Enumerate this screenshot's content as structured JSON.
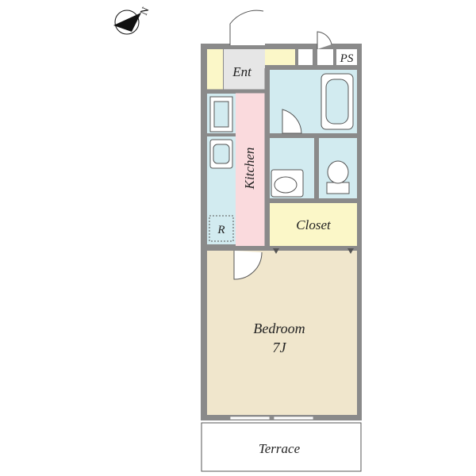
{
  "compass": {
    "north_label": "N"
  },
  "rooms": {
    "entrance": "Ent",
    "pipe_space": "PS",
    "kitchen": "Kitchen",
    "refrigerator": "R",
    "closet": "Closet",
    "bedroom": "Bedroom",
    "bedroom_size": "7J",
    "terrace": "Terrace"
  },
  "colors": {
    "wall": "#8a8a8a",
    "bedroom": "#f0e6cc",
    "kitchen": "#fadadd",
    "wet_area": "#d2ebf0",
    "storage": "#fbf7c8",
    "entrance": "#e6e6e6",
    "terrace": "#ffffff"
  }
}
